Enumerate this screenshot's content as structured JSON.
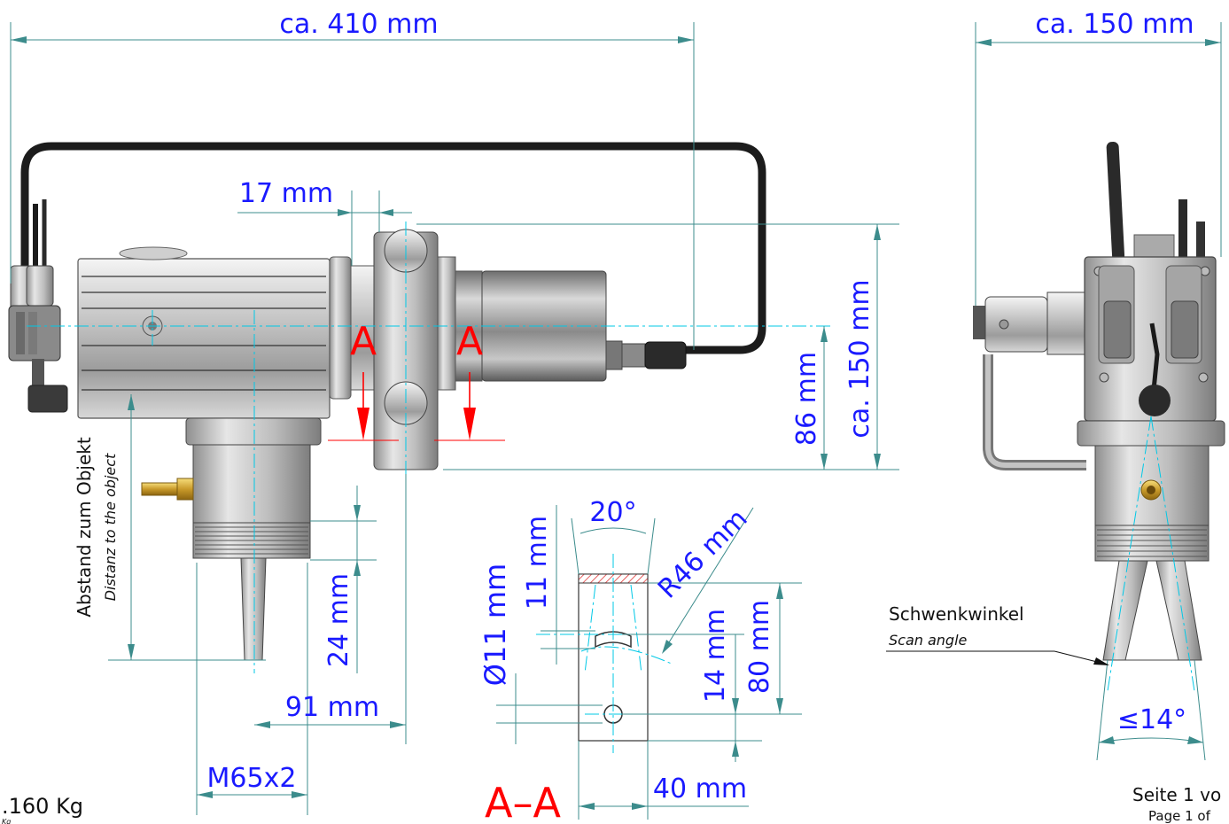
{
  "dimensions": {
    "overall_length": "ca. 410 mm",
    "overall_width": "ca. 150 mm",
    "flange_offset": "17 mm",
    "axis_height": "86 mm",
    "overall_height": "ca. 150 mm",
    "nozzle_length": "24 mm",
    "axis_to_clamp": "91 mm",
    "thread": "M65x2",
    "section_angle": "20°",
    "section_radius": "R46 mm",
    "slot_width": "11 mm",
    "hole_diameter": "Ø11 mm",
    "slot_pitch": "14 mm",
    "section_height": "80 mm",
    "section_width": "40 mm",
    "scan_angle_value": "≤14°"
  },
  "labels": {
    "section_mark_left": "A",
    "section_mark_right": "A",
    "section_title": "A–A",
    "distance_label_de": "Abstand zum Objekt",
    "distance_label_en": "Distanz to the object",
    "scan_angle_de": "Schwenkwinkel",
    "scan_angle_en": "Scan angle",
    "weight": ".160 Kg",
    "weight_sub": "Kg",
    "page_de": "Seite 1 vo",
    "page_en": "Page 1 of"
  },
  "colors": {
    "dimension": "#1a1aff",
    "section": "#ff0000",
    "centerline": "#00c8e6",
    "dimension_line": "#3c8c8c",
    "cable": "#1c1c1c"
  }
}
